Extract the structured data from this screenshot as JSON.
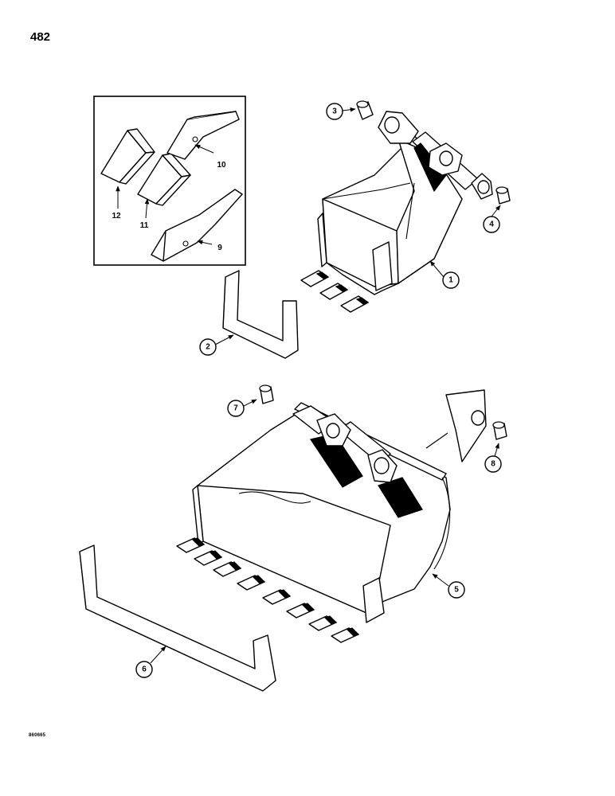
{
  "page": {
    "number": "482",
    "figure_code": "860665"
  },
  "callouts": [
    "1",
    "2",
    "3",
    "4",
    "5",
    "6",
    "7",
    "8"
  ],
  "inset_labels": [
    "9",
    "10",
    "11",
    "12"
  ]
}
